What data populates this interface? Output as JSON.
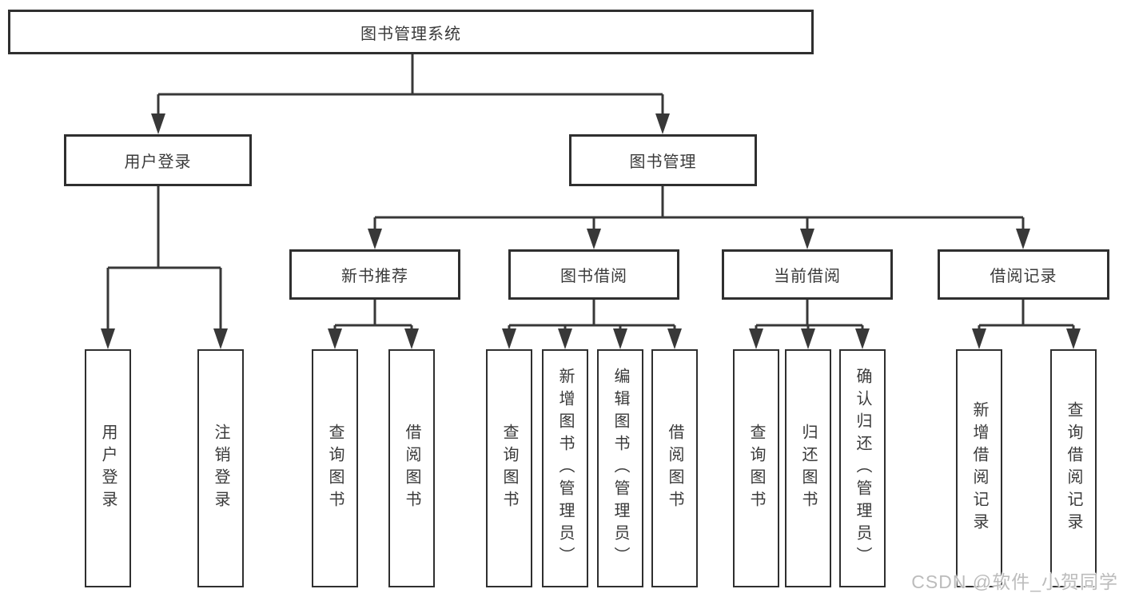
{
  "diagram": {
    "root": {
      "label": "图书管理系统"
    },
    "level2": [
      {
        "label": "用户登录"
      },
      {
        "label": "图书管理"
      }
    ],
    "level3": [
      {
        "label": "新书推荐"
      },
      {
        "label": "图书借阅"
      },
      {
        "label": "当前借阅"
      },
      {
        "label": "借阅记录"
      }
    ],
    "leaves": {
      "user_login": [
        {
          "label": "用户登录"
        },
        {
          "label": "注销登录"
        }
      ],
      "new_book_recommend": [
        {
          "label": "查询图书"
        },
        {
          "label": "借阅图书"
        }
      ],
      "book_borrow": [
        {
          "label": "查询图书"
        },
        {
          "label": "新增图书（管理员）"
        },
        {
          "label": "编辑图书（管理员）"
        },
        {
          "label": "借阅图书"
        }
      ],
      "current_borrow": [
        {
          "label": "查询图书"
        },
        {
          "label": "归还图书"
        },
        {
          "label": "确认归还（管理员）"
        }
      ],
      "borrow_records": [
        {
          "label": "新增借阅记录"
        },
        {
          "label": "查询借阅记录"
        }
      ]
    },
    "watermark": "CSDN @软件_小贺同学",
    "colors": {
      "line": "#383838",
      "box_border": "#2f2f2f",
      "text": "#3a3a3a",
      "watermark": "#bcbcbc",
      "background": "#ffffff"
    }
  }
}
